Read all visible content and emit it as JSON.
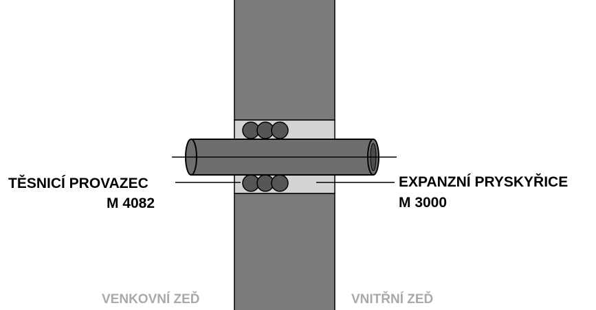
{
  "labels": {
    "sealing_cord": "TĚSNICÍ PROVAZEC",
    "sealing_cord_code": "M 4082",
    "expansion_resin": "EXPANZNÍ PRYSKYŘICE",
    "expansion_resin_code": "M 3000",
    "outer_wall": "VENKOVNÍ ZEĎ",
    "inner_wall": "VNITŘNÍ ZEĎ"
  },
  "colors": {
    "wall": "#7b7b7b",
    "pipe": "#6e6e6e",
    "resin": "#d4d4d4",
    "cord": "#565656",
    "outline": "#000000",
    "wall_label": "#a9a9a9",
    "text": "#000000"
  }
}
